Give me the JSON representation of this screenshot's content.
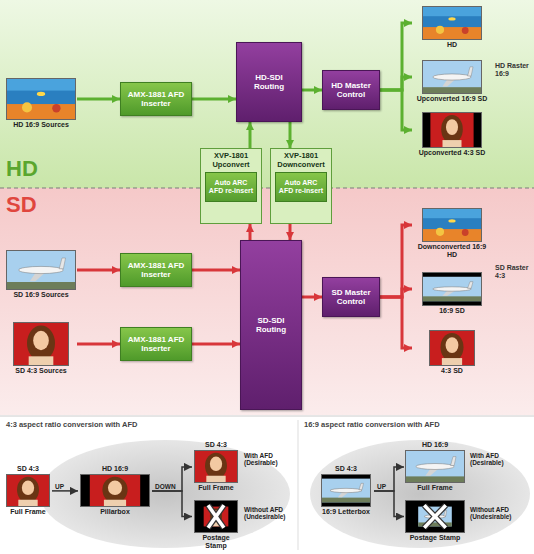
{
  "diagram": {
    "nodes": [
      {
        "text": [
          "HD 16:9 Sources"
        ]
      },
      {
        "text": [
          "AMX-1881 AFD Inserter"
        ]
      },
      {
        "text": [
          "HD-SDI Routing"
        ]
      },
      {
        "text": [
          "HD Master Control"
        ]
      },
      {
        "text": [
          "HD"
        ]
      },
      {
        "text": [
          "Upconverted 16:9 SD"
        ]
      },
      {
        "text": [
          "Upconverted 4:3 SD"
        ]
      },
      {
        "text": [
          "XVP-1801 Upconvert"
        ]
      },
      {
        "text": [
          "Auto ARC AFD re-insert"
        ],
        "in": 7
      },
      {
        "text": [
          "XVP-1801 Downconvert"
        ]
      },
      {
        "text": [
          "Auto ARC AFD re-insert"
        ],
        "in": 9
      },
      {
        "text": [
          "SD 16:9 Sources"
        ]
      },
      {
        "text": [
          "AMX-1881 AFD Inserter"
        ]
      },
      {
        "text": [
          "SD 4:3 Sources"
        ]
      },
      {
        "text": [
          "AMX-1881 AFD Inserter"
        ]
      },
      {
        "text": [
          "SD-SDI Routing"
        ]
      },
      {
        "text": [
          "SD Master Control"
        ]
      },
      {
        "text": [
          "Downconverted 16:9 HD"
        ]
      },
      {
        "text": [
          "16:9 SD"
        ]
      },
      {
        "text": [
          "4:3 SD"
        ]
      },
      {
        "text": [
          "SD 4:3",
          "Full Frame"
        ]
      },
      {
        "text": [
          "HD 16:9",
          "Pillarbox"
        ]
      },
      {
        "text": [
          "SD 4:3",
          "Full Frame"
        ]
      },
      {
        "text": [
          "Postage Stamp"
        ]
      },
      {
        "text": [
          "SD 4:3",
          "16:9 Letterbox"
        ]
      },
      {
        "text": [
          "HD 16:9",
          "Full Frame"
        ]
      },
      {
        "text": [
          "Postage Stamp"
        ]
      }
    ],
    "edges": [
      {
        "from": 0,
        "to": 1,
        "arrow": "to"
      },
      {
        "from": 1,
        "to": 2,
        "arrow": "to"
      },
      {
        "from": 2,
        "to": 3,
        "arrow": "to"
      },
      {
        "from": 3,
        "to": 4,
        "arrow": "to"
      },
      {
        "from": 3,
        "to": 5,
        "arrow": "to"
      },
      {
        "from": 3,
        "to": 6,
        "arrow": "to"
      },
      {
        "from": 7,
        "to": 2,
        "arrow": "to"
      },
      {
        "from": 2,
        "to": 9,
        "arrow": "to"
      },
      {
        "from": 15,
        "to": 7,
        "arrow": "to"
      },
      {
        "from": 9,
        "to": 15,
        "arrow": "to"
      },
      {
        "from": 11,
        "to": 12,
        "arrow": "to"
      },
      {
        "from": 12,
        "to": 15,
        "arrow": "to"
      },
      {
        "from": 13,
        "to": 14,
        "arrow": "to"
      },
      {
        "from": 14,
        "to": 15,
        "arrow": "to"
      },
      {
        "from": 15,
        "to": 16,
        "arrow": "to"
      },
      {
        "from": 16,
        "to": 17,
        "arrow": "to"
      },
      {
        "from": 16,
        "to": 18,
        "arrow": "to"
      },
      {
        "from": 16,
        "to": 19,
        "arrow": "to"
      },
      {
        "from": 20,
        "to": 21,
        "label": "UP",
        "arrow": "to"
      },
      {
        "from": 21,
        "to": 22,
        "label": "DOWN",
        "arrow": "to"
      },
      {
        "from": 21,
        "to": 23,
        "arrow": "to"
      },
      {
        "from": 24,
        "to": 25,
        "label": "UP",
        "arrow": "to"
      },
      {
        "from": 24,
        "to": 26,
        "arrow": "to"
      }
    ],
    "labels": [
      "HD",
      "SD",
      "HD Raster 16:9",
      "SD Raster 4:3",
      "4:3 aspect ratio conversion with AFD",
      "With AFD (Desirable)",
      "Without AFD (Undesirable)",
      "16:9 aspect ratio conversion with AFD",
      "With AFD (Desirable)",
      "Without AFD (Undesirable)"
    ]
  }
}
